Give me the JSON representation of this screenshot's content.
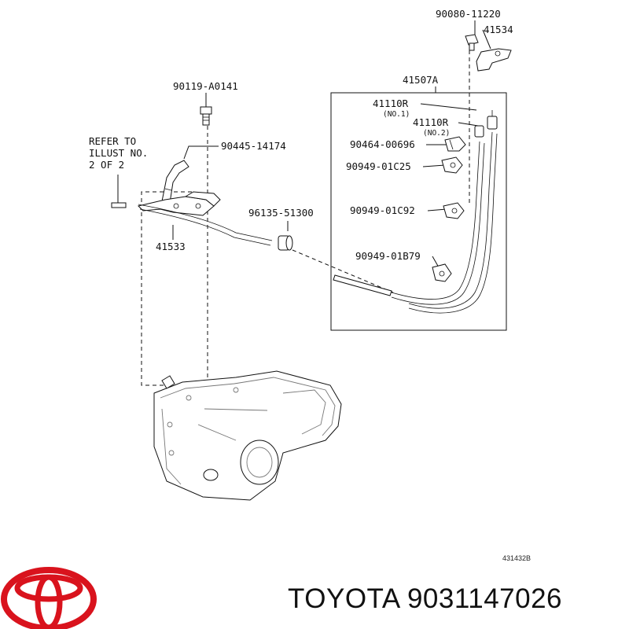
{
  "diagram": {
    "callouts": {
      "c_90080_11220": "90080-11220",
      "c_41534": "41534",
      "c_90119_A0141": "90119-A0141",
      "c_41507A": "41507A",
      "c_41110R_1": "41110R",
      "c_41110R_1_sub": "(NO.1)",
      "c_41110R_2": "41110R",
      "c_41110R_2_sub": "(NO.2)",
      "c_refer_1": "REFER TO",
      "c_refer_2": "ILLUST NO.",
      "c_refer_3": "2 OF 2",
      "c_90445_14174": "90445-14174",
      "c_90464_00696": "90464-00696",
      "c_90949_01C25": "90949-01C25",
      "c_96135_51300": "96135-51300",
      "c_90949_01C92": "90949-01C92",
      "c_41533": "41533",
      "c_90949_01B79": "90949-01B79"
    },
    "illustration_code": "431432B"
  },
  "brand": {
    "logo_icon": "toyota-emblem-icon",
    "logo_color": "#d9131d",
    "caption": "TOYOTA 9031147026"
  }
}
